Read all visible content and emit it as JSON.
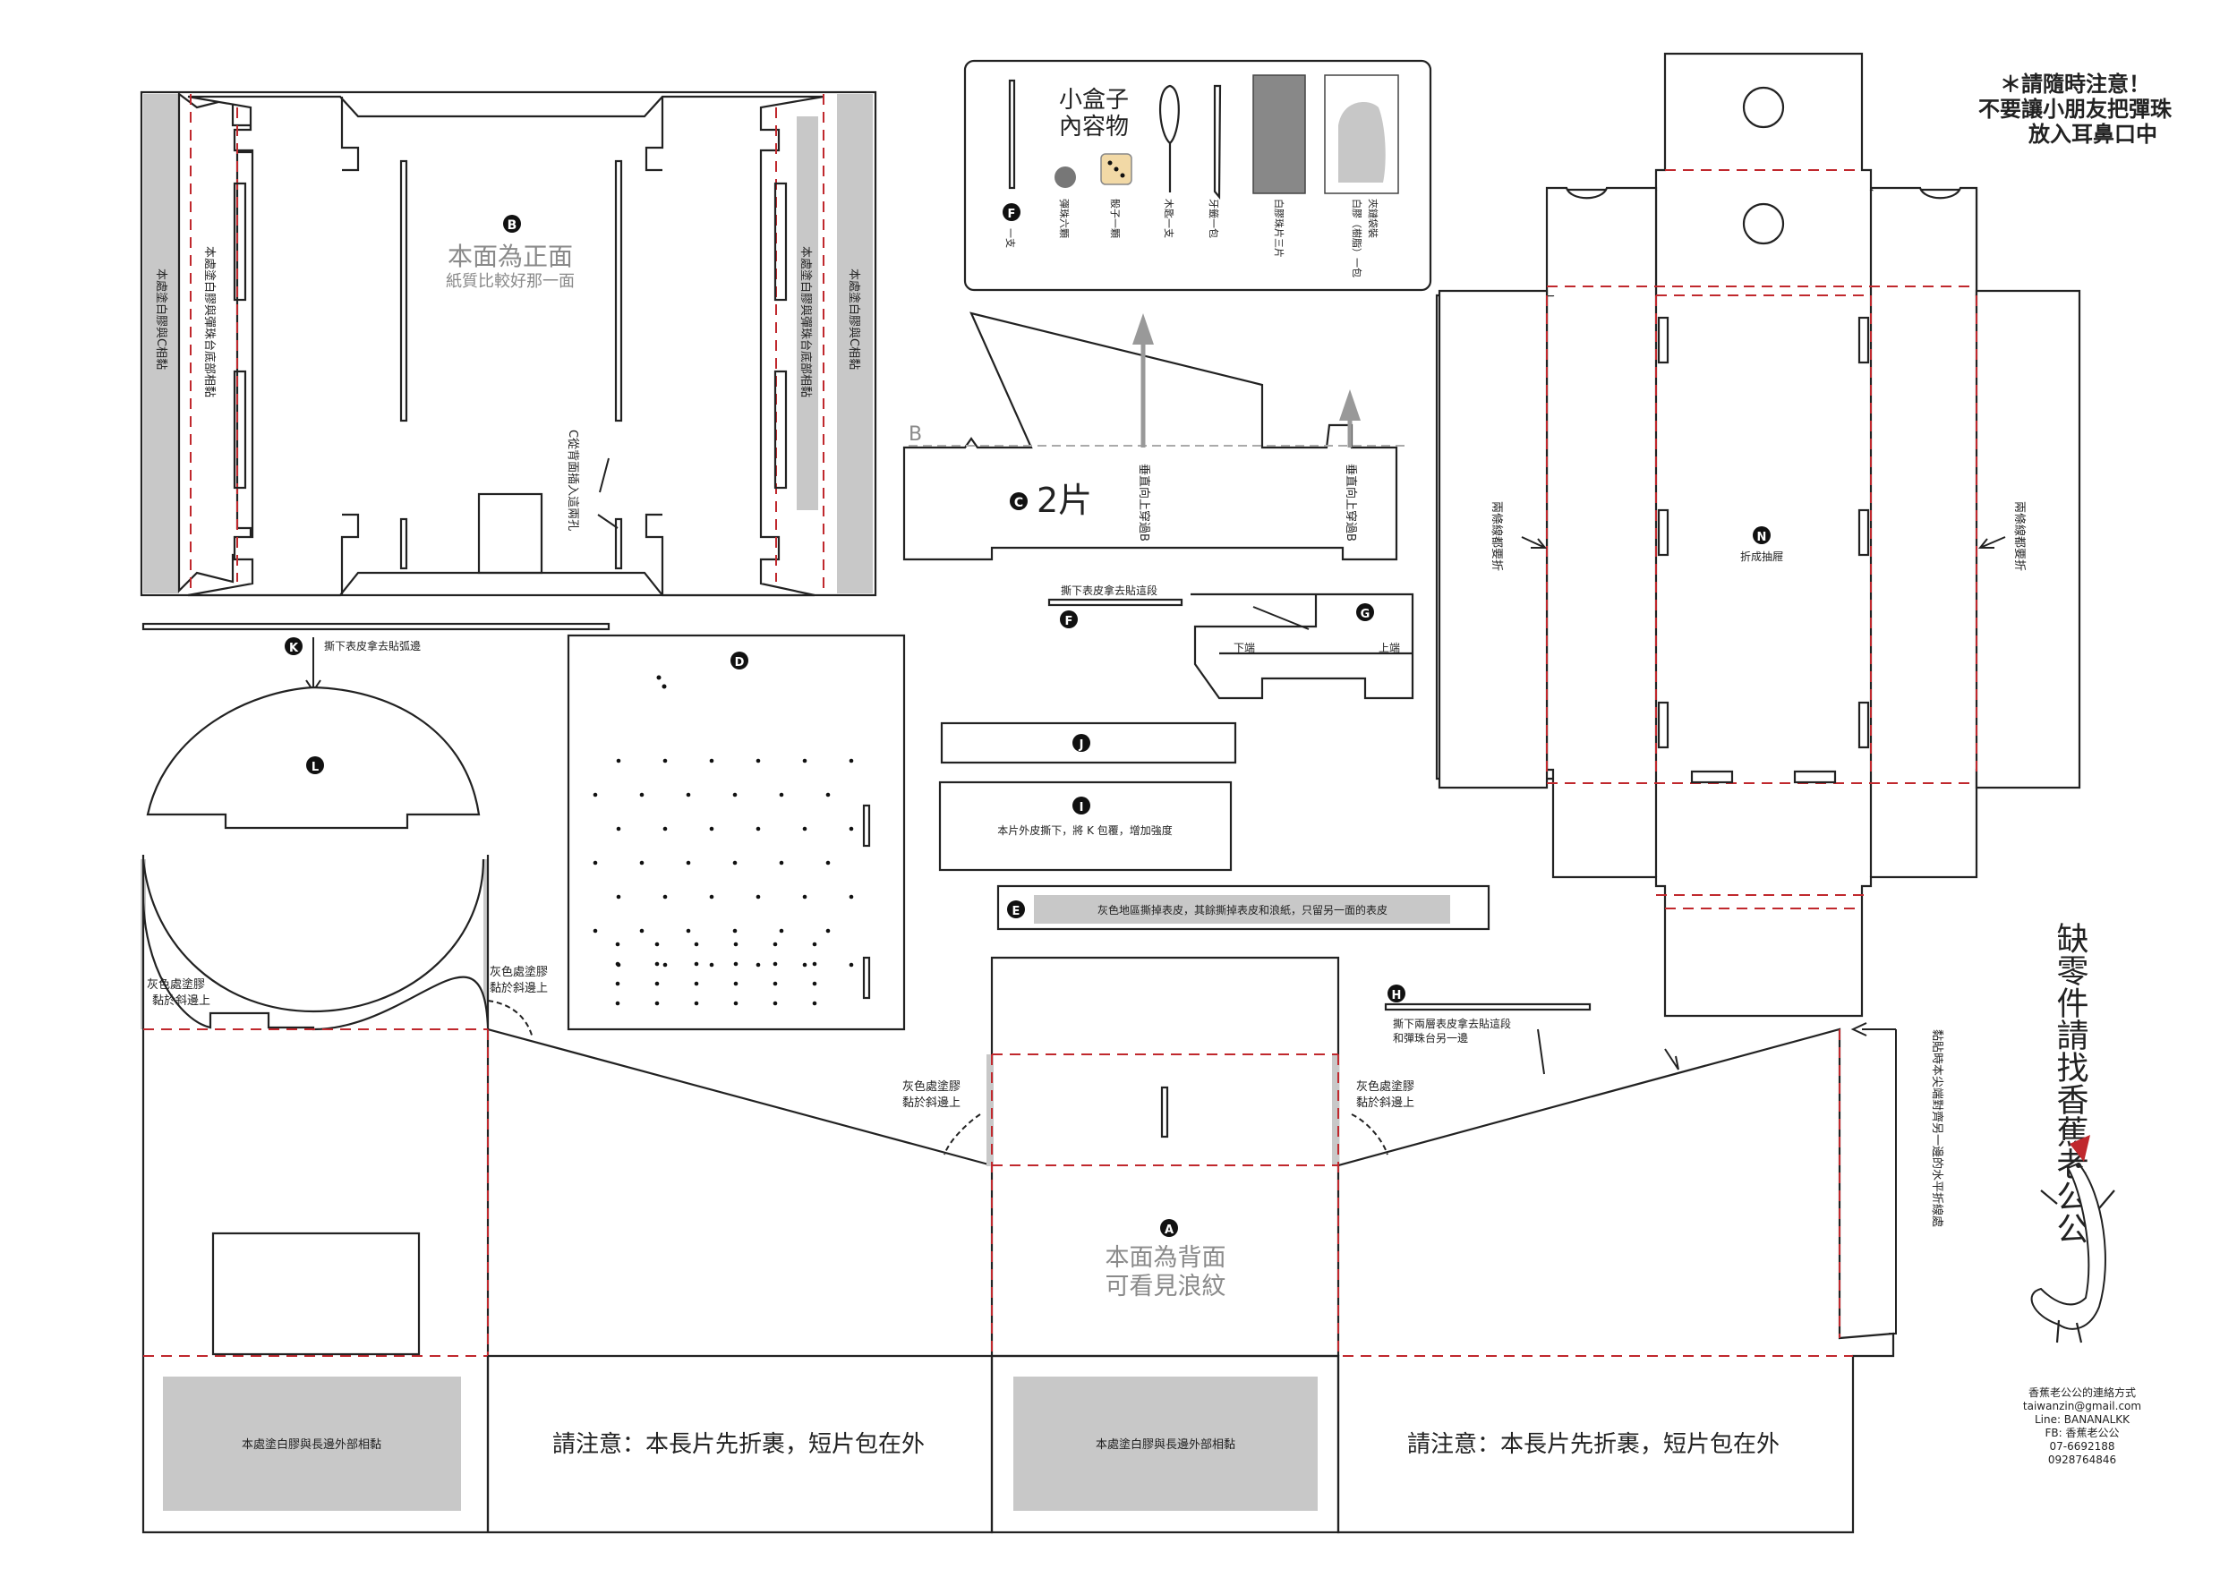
{
  "warning": {
    "line1": "＊請隨時注意！",
    "line2": "不要讓小朋友把彈珠",
    "line3": "放入耳鼻口中"
  },
  "missing_parts": "缺零件請找香蕉老公公",
  "contact": {
    "title": "香蕉老公公的連絡方式",
    "email": "taiwanzin@gmail.com",
    "line": "Line:  BANANALKK",
    "fb": "FB:  香蕉老公公",
    "phone1": "07-6692188",
    "phone2": "0928764846"
  },
  "box": {
    "title1": "小盒子",
    "title2": "內容物",
    "items": [
      "一支",
      "彈珠六顆",
      "骰子一顆",
      "木匙一支",
      "牙籤一包",
      "白膠珠片三片",
      "白膠（樹脂）一包",
      "夾鏈袋裝"
    ]
  },
  "labels": {
    "A": "A",
    "B": "B",
    "C": "C",
    "D": "D",
    "E": "E",
    "F": "F",
    "G": "G",
    "H": "H",
    "I": "I",
    "J": "J",
    "K": "K",
    "L": "L",
    "N": "N",
    "b_front1": "本面為正面",
    "b_front2": "紙質比較好那一面",
    "b_glue_c": "本處塗白膠與C相黏",
    "b_glue_base": "本處塗白膠與彈珠台底部相黏",
    "b_insert": "C從背面插入這兩孔",
    "c_count": "2片",
    "c_through": "垂直向上穿過B",
    "c_b": "B",
    "f_note": "撕下表皮拿去貼這段",
    "g_bottom": "下端",
    "g_top": "上端",
    "k_note": "撕下表皮拿去貼弧邊",
    "i_note": "本片外皮撕下，將 K 包覆，增加強度",
    "e_note": "灰色地區撕掉表皮，其餘撕掉表皮和浪紙，只留另一面的表皮",
    "h_note1": "撕下兩層表皮拿去貼這段",
    "h_note2": "和彈珠台另一邊",
    "gray_glue1": "灰色處塗膠",
    "gray_glue2": "黏於斜邊上",
    "a_back1": "本面為背面",
    "a_back2": "可看見浪紋",
    "a_glue_side": "本處塗白膠與長邊外部相黏",
    "a_fold_note": "請注意：本長片先折裹，短片包在外",
    "a_tip_note": "黏貼時本尖端對齊另一邊的水平折線處",
    "n_fold": "折成抽屜",
    "n_both": "兩條線都要折"
  }
}
